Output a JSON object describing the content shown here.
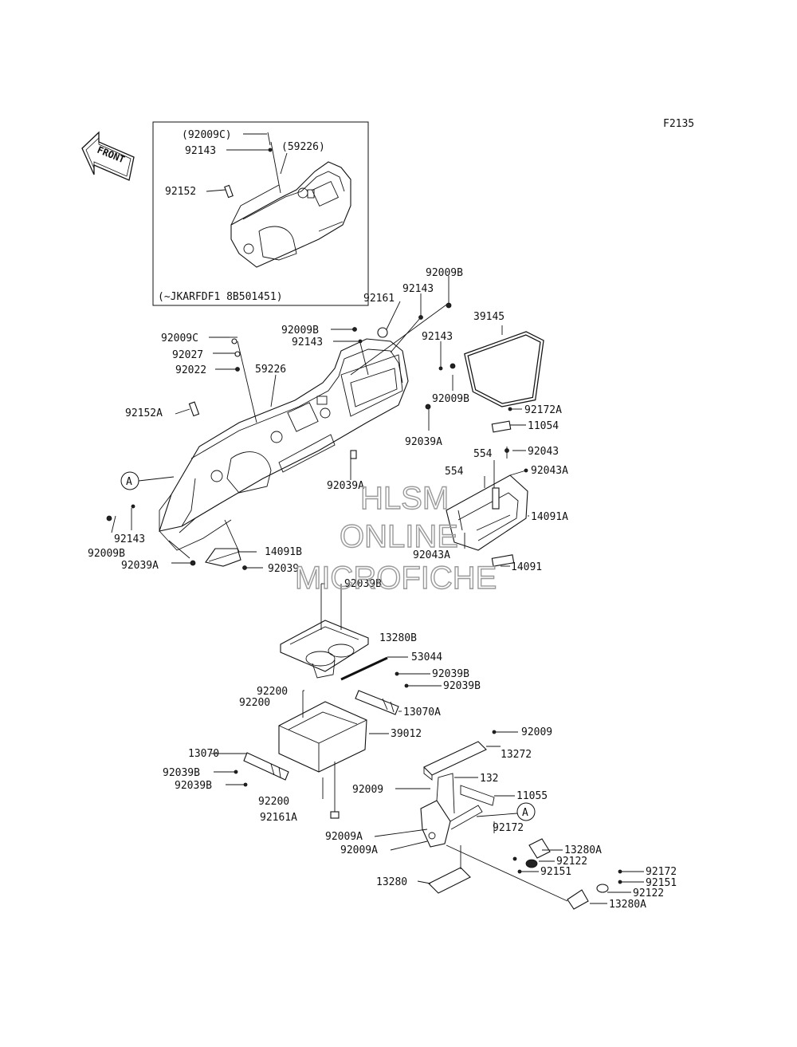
{
  "figure_code": "F2135",
  "front_label": "FRONT",
  "inset": {
    "note": "(~JKARFDF1 8B501451)",
    "labels": [
      "(92009C)",
      "92143",
      "(59226)",
      "92152"
    ]
  },
  "callout_A": "A",
  "watermark": [
    "HLSM",
    "ONLINE",
    "MICROFICHE"
  ],
  "part_labels": [
    "92009B",
    "92143",
    "92161",
    "39145",
    "92009C",
    "92009B",
    "92143",
    "92143",
    "92027",
    "92022",
    "59226",
    "92009B",
    "92152A",
    "92039A",
    "92172A",
    "11054",
    "554",
    "92043",
    "554",
    "92043A",
    "92039A",
    "14091A",
    "92143",
    "92043A",
    "92009B",
    "14091B",
    "14091",
    "92039A",
    "92039",
    "92039B",
    "13280B",
    "53044",
    "92039B",
    "92200",
    "92039B",
    "92200",
    "13070A",
    "39012",
    "92009",
    "13070",
    "13272",
    "92039B",
    "92039B",
    "92009",
    "132",
    "92200",
    "11055",
    "92161A",
    "92172",
    "92009A",
    "13280A",
    "92009A",
    "92122",
    "92151",
    "92172",
    "13280",
    "92151",
    "92122",
    "13280A"
  ]
}
